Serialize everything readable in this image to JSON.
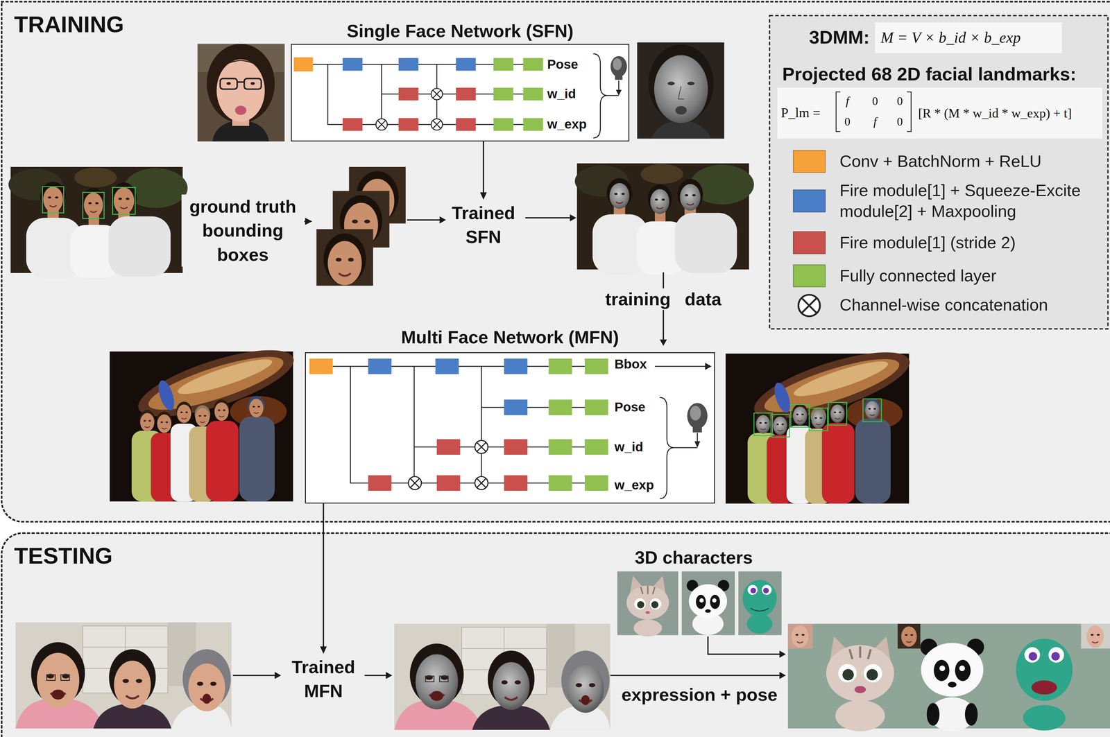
{
  "diagram": {
    "nodes": [
      {
        "text": [
          "TRAINING"
        ]
      },
      {
        "text": [
          "Single Face Network (SFN)"
        ],
        "in": 0
      },
      {
        "text": [
          "Trained SFN"
        ],
        "in": 0
      },
      {
        "text": [
          "Multi Face Network (MFN)"
        ],
        "in": 0
      },
      {
        "text": [
          "TESTING"
        ]
      },
      {
        "text": [
          "Trained MFN"
        ],
        "in": 4
      }
    ],
    "edges": [
      {
        "from": 1,
        "to": 2,
        "arrow": "to"
      },
      {
        "from": 3,
        "to": 5,
        "arrow": "to"
      }
    ],
    "labels": [
      "Pose",
      "w_id",
      "w_exp",
      "3DMM:",
      "M = V × b_id × b_exp",
      "Projected 68 2D facial landmarks:",
      "P_lm =",
      "f",
      "0",
      "0",
      "0",
      "f",
      "0",
      "[R * (M * w_id * w_exp) + t]",
      "ground truth bounding boxes",
      "training data",
      "Bbox",
      "Pose",
      "w_id",
      "w_exp",
      "3D characters",
      "expression + pose"
    ],
    "legend": [
      {
        "text": "Conv + BatchNorm + ReLU",
        "color": "#F7A139"
      },
      {
        "text": "Fire module[1] + Squeeze-Excite module[2] + Maxpooling",
        "color": "#4A7EC6"
      },
      {
        "text": "Fire module[1] (stride 2)",
        "color": "#C9504C"
      },
      {
        "text": "Fully connected layer",
        "color": "#90C050"
      },
      {
        "text": "Channel-wise concatenation"
      }
    ]
  }
}
